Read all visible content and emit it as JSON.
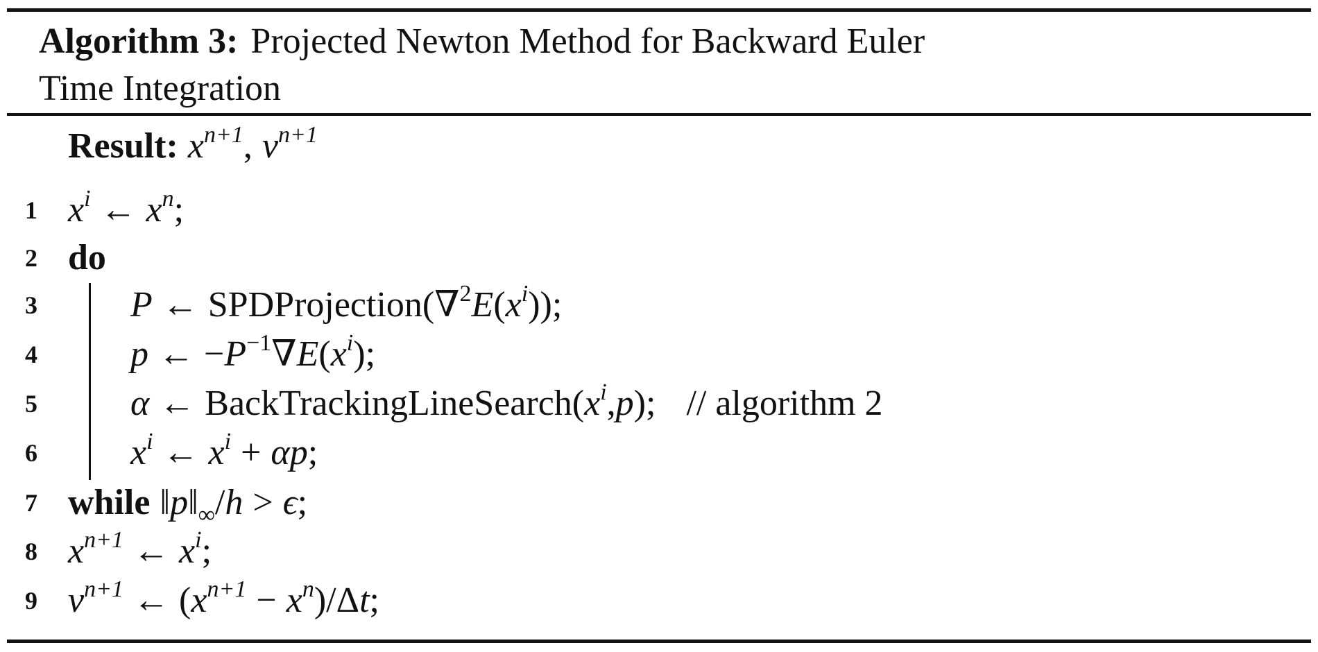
{
  "algorithm": {
    "label": "Algorithm 3:",
    "title_line1": "Projected Newton Method for Backward Euler",
    "title_line2": "Time Integration"
  },
  "result": {
    "keyword": "Result:",
    "outputs": "x^{n+1}, v^{n+1}"
  },
  "lines": [
    {
      "number": "1",
      "text": "x^i ← x^n;"
    },
    {
      "number": "2",
      "keyword": "do"
    },
    {
      "number": "3",
      "text": "P ← SPDProjection(∇^2 E(x^i));"
    },
    {
      "number": "4",
      "text": "p ← −P^{−1} ∇E(x^i);"
    },
    {
      "number": "5",
      "text": "α ← BackTrackingLineSearch(x^i, p);",
      "comment": "// algorithm 2"
    },
    {
      "number": "6",
      "text": "x^i ← x^i + αp;"
    },
    {
      "number": "7",
      "keyword": "while",
      "text": "‖p‖_∞/h > ϵ;"
    },
    {
      "number": "8",
      "text": "x^{n+1} ← x^i;"
    },
    {
      "number": "9",
      "text": "v^{n+1} ← (x^{n+1} − x^n)/Δt;"
    }
  ],
  "glyphs": {
    "x": "x",
    "v": "v",
    "p": "p",
    "P": "P",
    "E": "E",
    "h": "h",
    "t": "t",
    "i": "i",
    "n": "n",
    "np1": "n+1",
    "sq": "2",
    "inv": "−1",
    "inf": "∞",
    "larr": "←",
    "nabla": "∇",
    "minus": "−",
    "plus": "+",
    "alpha": "α",
    "eps": "ϵ",
    "gt": ">",
    "delta": "Δ",
    "norm": "‖",
    "slash": "/",
    "lp": "(",
    "rp": ")",
    "comma": ",",
    "semi": ";",
    "spd": "SPDProjection",
    "btls": "BackTrackingLineSearch"
  }
}
